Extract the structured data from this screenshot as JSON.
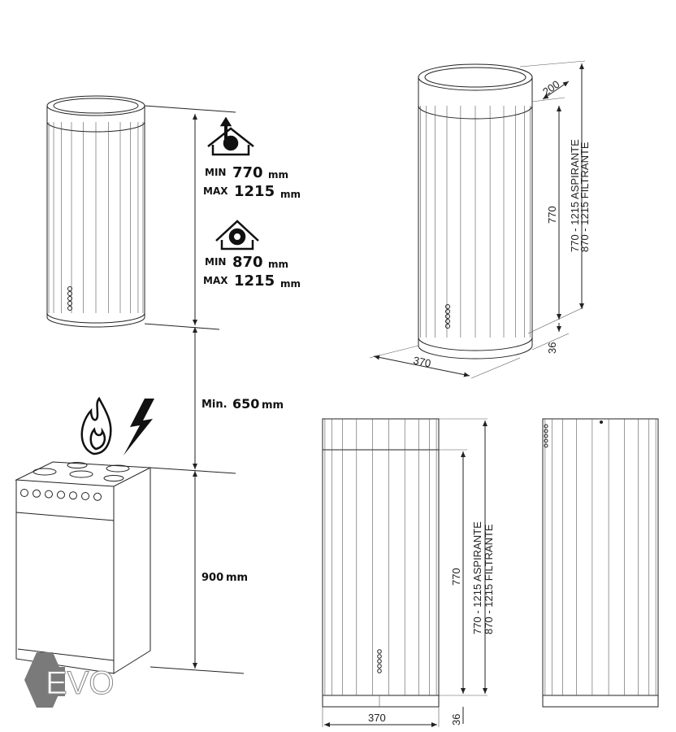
{
  "left_panel": {
    "ducted": {
      "min_label": "MIN",
      "min_value": "770",
      "min_unit": "mm",
      "max_label": "MAX",
      "max_value": "1215",
      "max_unit": "mm"
    },
    "recirculating": {
      "min_label": "MIN",
      "min_value": "870",
      "min_unit": "mm",
      "max_label": "MAX",
      "max_value": "1215",
      "max_unit": "mm"
    },
    "hob_clearance": {
      "label": "Min.",
      "value": "650",
      "unit": "mm"
    },
    "stove_height": {
      "value": "900",
      "unit": "mm"
    }
  },
  "iso_view": {
    "depth": "200",
    "height": "770",
    "range_ducted": "770  -  1215  ASPIRANTE",
    "range_filter": "870  -  1215  FILTRANTE",
    "diameter": "370",
    "base": "36"
  },
  "front_view": {
    "height": "770",
    "range_ducted": "770  -  1215  ASPIRANTE",
    "range_filter": "870  -  1215  FILTRANTE",
    "diameter": "370",
    "base": "36"
  },
  "logo": {
    "text": "EVO"
  },
  "colors": {
    "logo": "#7a7a7a",
    "line": "#222222"
  }
}
